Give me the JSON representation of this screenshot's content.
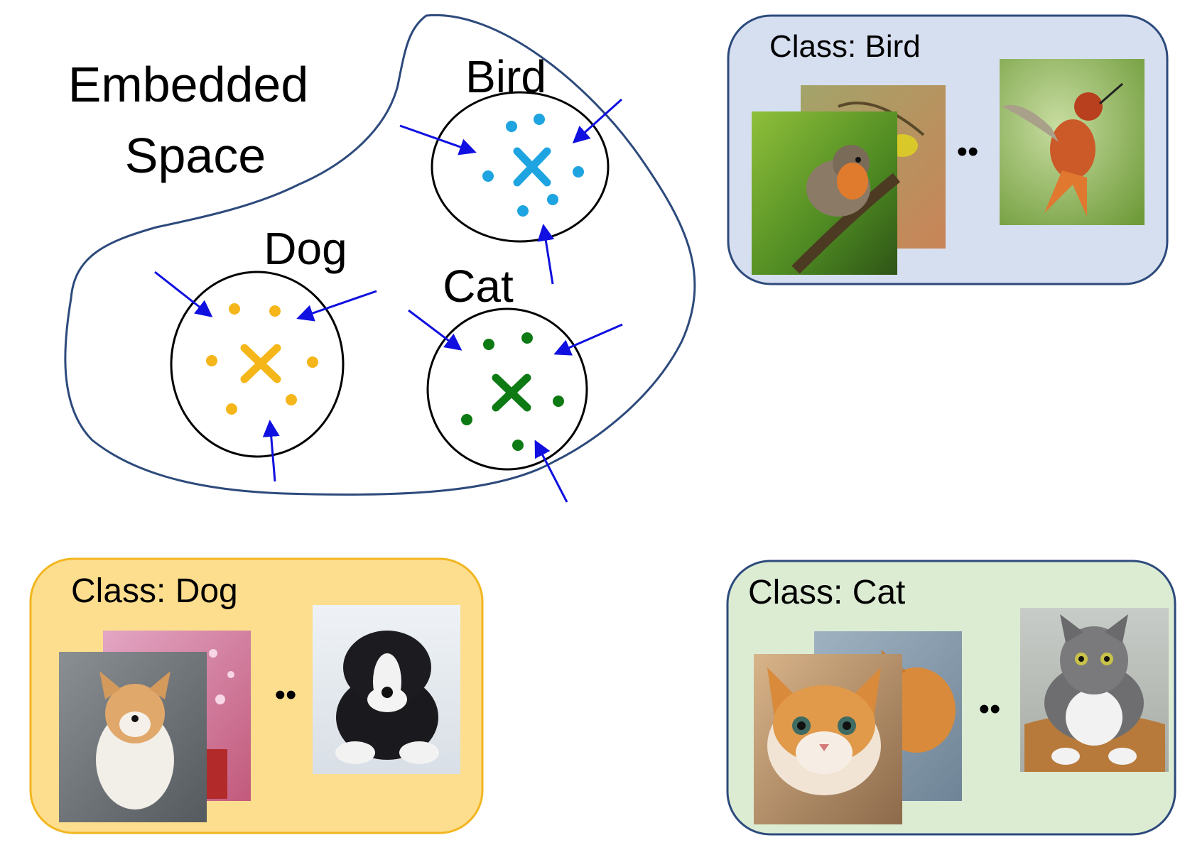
{
  "embedded_space": {
    "title_line1": "Embedded",
    "title_line2": "Space",
    "outline_color": "#2d4a7c",
    "arrow_color": "#1010e0",
    "clusters": [
      {
        "id": "bird",
        "label": "Bird",
        "color": "#1ea4e0"
      },
      {
        "id": "dog",
        "label": "Dog",
        "color": "#f5b619"
      },
      {
        "id": "cat",
        "label": "Cat",
        "color": "#0d7a14"
      }
    ]
  },
  "class_panels": [
    {
      "id": "bird",
      "label": "Class: Bird",
      "fill": "#d6dff0",
      "stroke": "#2d4a7c",
      "images": [
        "robin-photo",
        "yellow-bird-photo",
        "hummingbird-photo"
      ]
    },
    {
      "id": "dog",
      "label": "Class: Dog",
      "fill": "#fdde8e",
      "stroke": "#f2b620",
      "images": [
        "corgi-photo",
        "dog-pink-bokeh-photo",
        "puppy-photo"
      ]
    },
    {
      "id": "cat",
      "label": "Class: Cat",
      "fill": "#dcecd3",
      "stroke": "#2d4a7c",
      "images": [
        "kitten-photo",
        "orange-cat-photo",
        "tabby-cat-basket-photo"
      ]
    }
  ],
  "ellipsis_glyph": "••"
}
